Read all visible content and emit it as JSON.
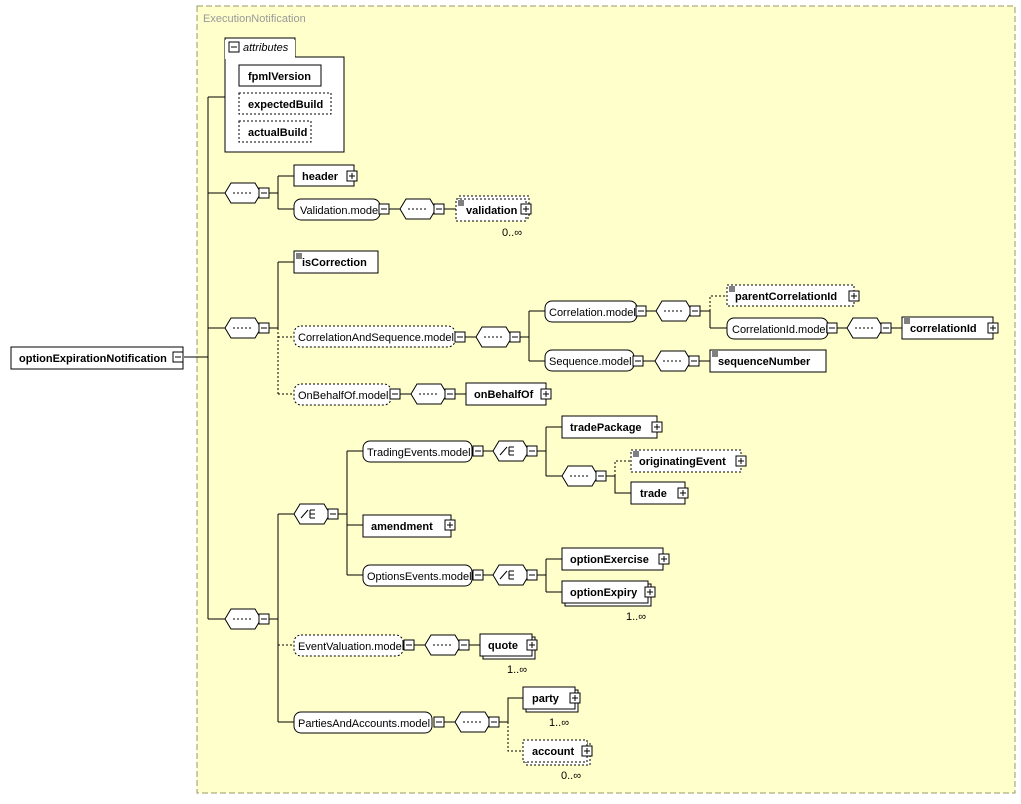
{
  "group_label": "ExecutionNotification",
  "attributes_tab": "attributes",
  "attributes": [
    {
      "name": "fpmlVersion",
      "optional": false
    },
    {
      "name": "expectedBuild",
      "optional": true
    },
    {
      "name": "actualBuild",
      "optional": true
    }
  ],
  "root": "optionExpirationNotification",
  "elements": {
    "header": "header",
    "validation_model": "Validation.model",
    "validation": "validation",
    "validation_card": "0..∞",
    "isCorrection": "isCorrection",
    "corr_seq_model": "CorrelationAndSequence.model",
    "correlation_model": "Correlation.model",
    "parentCorrelationId": "parentCorrelationId",
    "correlationId_model": "CorrelationId.model",
    "correlationId": "correlationId",
    "sequence_model": "Sequence.model",
    "sequenceNumber": "sequenceNumber",
    "onBehalfOf_model": "OnBehalfOf.model",
    "onBehalfOf": "onBehalfOf",
    "tradingEvents_model": "TradingEvents.model",
    "tradePackage": "tradePackage",
    "originatingEvent": "originatingEvent",
    "trade": "trade",
    "amendment": "amendment",
    "optionsEvents_model": "OptionsEvents.model",
    "optionExercise": "optionExercise",
    "optionExpiry": "optionExpiry",
    "optionExpiry_card": "1..∞",
    "eventValuation_model": "EventValuation.model",
    "quote": "quote",
    "quote_card": "1..∞",
    "partiesAccounts_model": "PartiesAndAccounts.model",
    "party": "party",
    "party_card": "1..∞",
    "account": "account",
    "account_card": "0..∞"
  },
  "colors": {
    "group_fill": "#ffffcc",
    "group_border": "#999966",
    "group_label": "#999999",
    "model_fill": "#ffffff",
    "element_fill": "#ffffff",
    "line": "#000000"
  }
}
